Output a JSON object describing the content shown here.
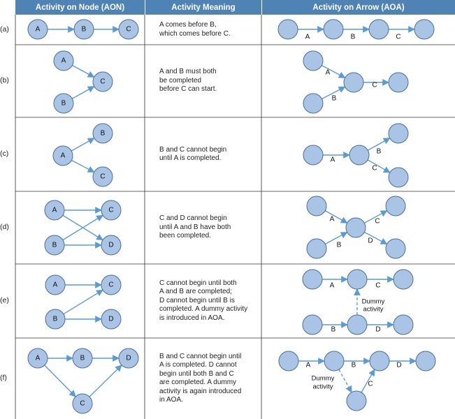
{
  "header": {
    "col_aon": "Activity on Node (AON)",
    "col_meaning": "Activity Meaning",
    "col_aoa": "Activity on Arrow (AOA)"
  },
  "rows": [
    {
      "label": "(a)",
      "meaning": [
        "A comes before B,",
        "which comes before C."
      ],
      "aon_nodes": [
        "A",
        "B",
        "C"
      ],
      "aoa_labels": [
        "A",
        "B",
        "C"
      ]
    },
    {
      "label": "(b)",
      "meaning": [
        "A and B must both",
        "be completed",
        "before C can start."
      ],
      "aon_nodes": [
        "A",
        "B",
        "C"
      ],
      "aoa_labels": [
        "A",
        "B",
        "C"
      ]
    },
    {
      "label": "(c)",
      "meaning": [
        "B and C cannot begin",
        "until A is completed."
      ],
      "aon_nodes": [
        "A",
        "B",
        "C"
      ],
      "aoa_labels": [
        "A",
        "B",
        "C"
      ]
    },
    {
      "label": "(d)",
      "meaning": [
        "C and D cannot begin",
        "until A and B have both",
        "been completed."
      ],
      "aon_nodes": [
        "A",
        "B",
        "C",
        "D"
      ],
      "aoa_labels": [
        "A",
        "B",
        "C",
        "D"
      ]
    },
    {
      "label": "(e)",
      "meaning": [
        "C cannot begin until both",
        "A and B are completed;",
        "D cannot begin until B is",
        "completed. A dummy activity",
        "is introduced in AOA."
      ],
      "aon_nodes": [
        "A",
        "B",
        "C",
        "D"
      ],
      "aoa_labels": [
        "A",
        "B",
        "C",
        "D"
      ],
      "dummy_label": [
        "Dummy",
        "activity"
      ]
    },
    {
      "label": "(f)",
      "meaning": [
        "B and C cannot begin until",
        "A is completed. D cannot",
        "begin until both B and C",
        "are completed. A dummy",
        "activity is again introduced",
        "in AOA."
      ],
      "aon_nodes": [
        "A",
        "B",
        "C",
        "D"
      ],
      "aoa_labels": [
        "A",
        "B",
        "C",
        "D"
      ],
      "dummy_label": [
        "Dummy",
        "activity"
      ]
    }
  ],
  "colors": {
    "header_bg": "#4f83b5",
    "node_fill": "#a9c4e4",
    "node_stroke": "#4a6f9a",
    "arrow": "#5a9bd5",
    "grid": "#333333"
  }
}
